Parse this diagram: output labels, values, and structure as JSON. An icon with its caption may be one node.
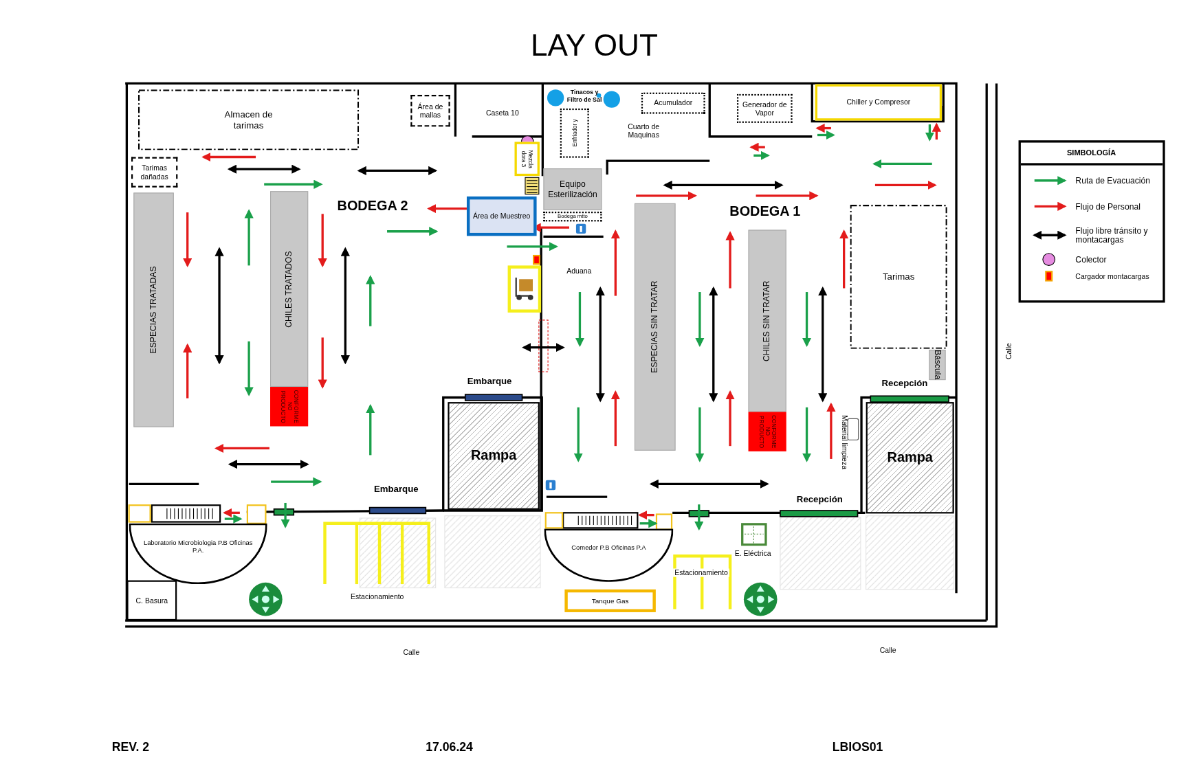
{
  "diagram": {
    "title": "LAY OUT",
    "nodes": [
      {
        "text": [
          "Almacen de tarimas"
        ]
      },
      {
        "text": [
          "Tarimas dañadas"
        ]
      },
      {
        "text": [
          "Área de mallas"
        ]
      },
      {
        "text": [
          "Caseta 10"
        ]
      },
      {
        "text": [
          "Mezcla dora 3"
        ]
      },
      {
        "text": [
          "Tinacos y Filtro de Sal"
        ]
      },
      {
        "text": [
          "Enfriador y"
        ]
      },
      {
        "text": [
          "Acumulador"
        ]
      },
      {
        "text": [
          "Generador de Vapor"
        ]
      },
      {
        "text": [
          "Chiller y Compresor"
        ]
      },
      {
        "text": [
          "Equipo Esterilización"
        ]
      },
      {
        "text": [
          "Bodega mtto"
        ]
      },
      {
        "text": [
          "Área de Muestreo"
        ]
      },
      {
        "text": [
          "ESPECIAS TRATADAS"
        ]
      },
      {
        "text": [
          "CHILES TRATADOS"
        ]
      },
      {
        "text": [
          "PRODUCTO NO CONFORME"
        ]
      },
      {
        "text": [
          "ESPECIAS SIN TRATAR"
        ]
      },
      {
        "text": [
          "CHILES SIN TRATAR"
        ]
      },
      {
        "text": [
          "PRODUCTO NO CONFORME"
        ]
      },
      {
        "text": [
          "Tarimas"
        ]
      },
      {
        "text": [
          "Báscula"
        ]
      },
      {
        "text": [
          "Rampa"
        ]
      },
      {
        "text": [
          "Rampa"
        ]
      },
      {
        "text": [
          "Laboratorio Microbiologia P.B Oficinas P.A."
        ]
      },
      {
        "text": [
          "C. Basura"
        ]
      },
      {
        "text": [
          "Comedor P.B Oficinas P.A"
        ]
      },
      {
        "text": [
          "Tanque Gas"
        ]
      }
    ],
    "labels": [
      "BODEGA 2",
      "Cuarto de Maquinas",
      "BODEGA 1",
      "SIMBOLOGÍA",
      "Aduana",
      "Calle",
      "Embarque",
      "Recepción",
      "Material limpieza",
      "Embarque",
      "Recepción",
      "E. Eléctrica",
      "Estacionamiento",
      "Estacionamiento",
      "Calle",
      "Calle",
      "REV. 2",
      "17.06.24",
      "LBIOS01"
    ],
    "legend": [
      {
        "text": "Ruta de Evacuación"
      },
      {
        "text": "Flujo de Personal"
      },
      {
        "text": "Flujo libre tránsito y montacargas"
      },
      {
        "text": "Colector"
      },
      {
        "text": "Cargador montacargas",
        "color": "#ff0000"
      }
    ]
  }
}
